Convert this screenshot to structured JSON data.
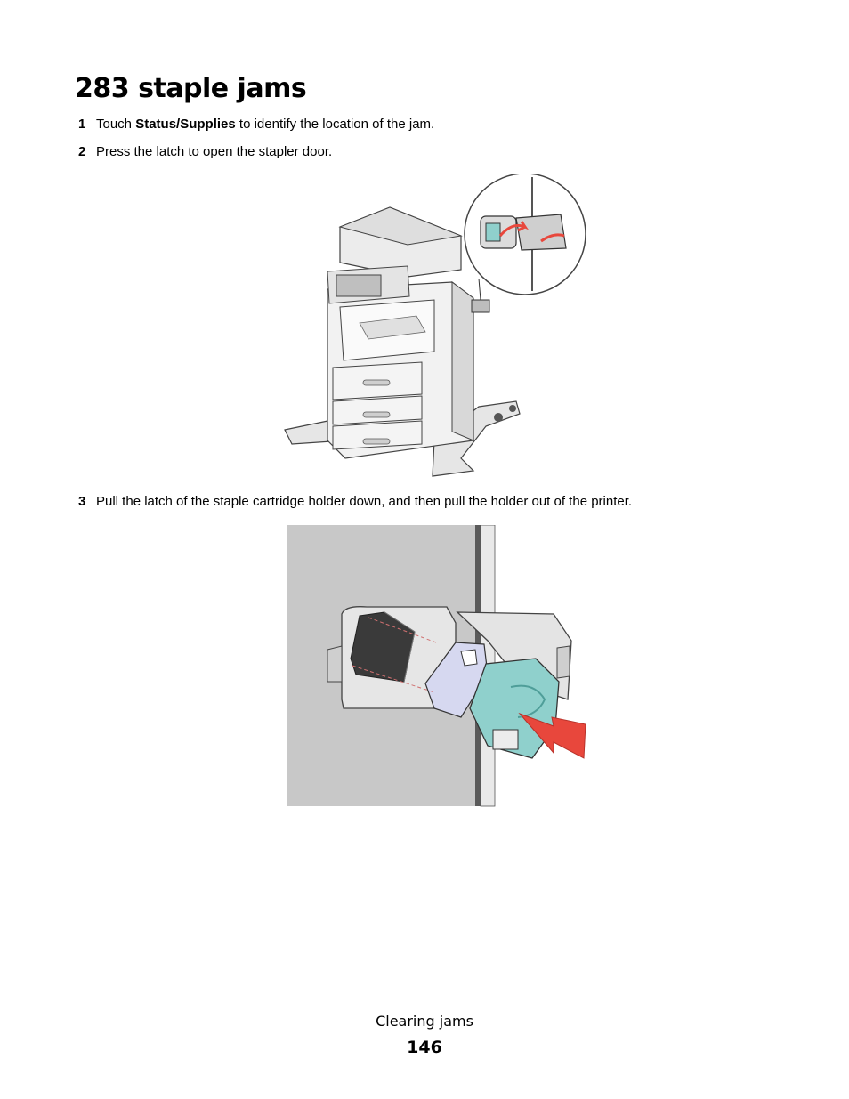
{
  "page": {
    "title": "283 staple jams",
    "steps": [
      {
        "num": "1",
        "pre": "Touch ",
        "bold": "Status/Supplies",
        "post": " to identify the location of the jam."
      },
      {
        "num": "2",
        "text": "Press the latch to open the stapler door."
      },
      {
        "num": "3",
        "text": "Pull the latch of the staple cartridge holder down, and then pull the holder out of the printer."
      }
    ],
    "footer": {
      "section": "Clearing jams",
      "page_number": "146"
    }
  },
  "colors": {
    "cartridge": "#8fd0cc",
    "arrow": "#e8473c",
    "panel": "#c8c8c8",
    "line": "#333333"
  }
}
